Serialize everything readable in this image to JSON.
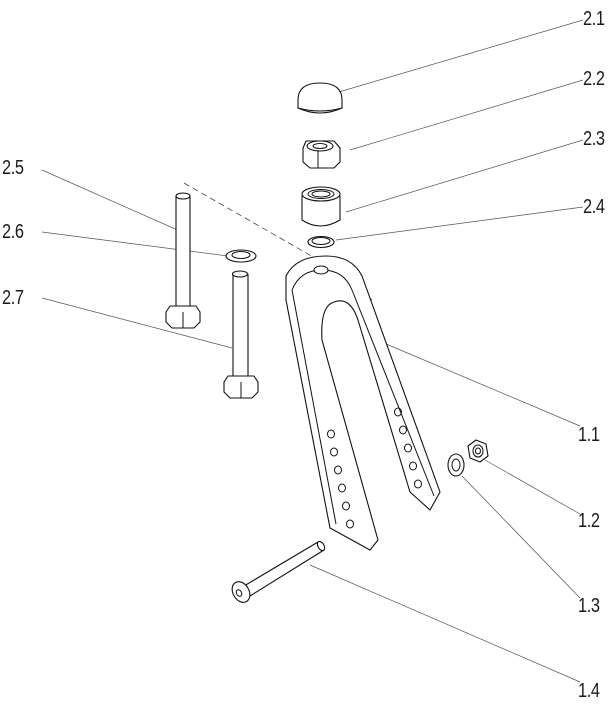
{
  "labels": {
    "p2_1": "2.1",
    "p2_2": "2.2",
    "p2_3": "2.3",
    "p2_4": "2.4",
    "p2_5": "2.5",
    "p2_6": "2.6",
    "p2_7": "2.7",
    "p1_1": "1.1",
    "p1_2": "1.2",
    "p1_3": "1.3",
    "p1_4": "1.4"
  }
}
